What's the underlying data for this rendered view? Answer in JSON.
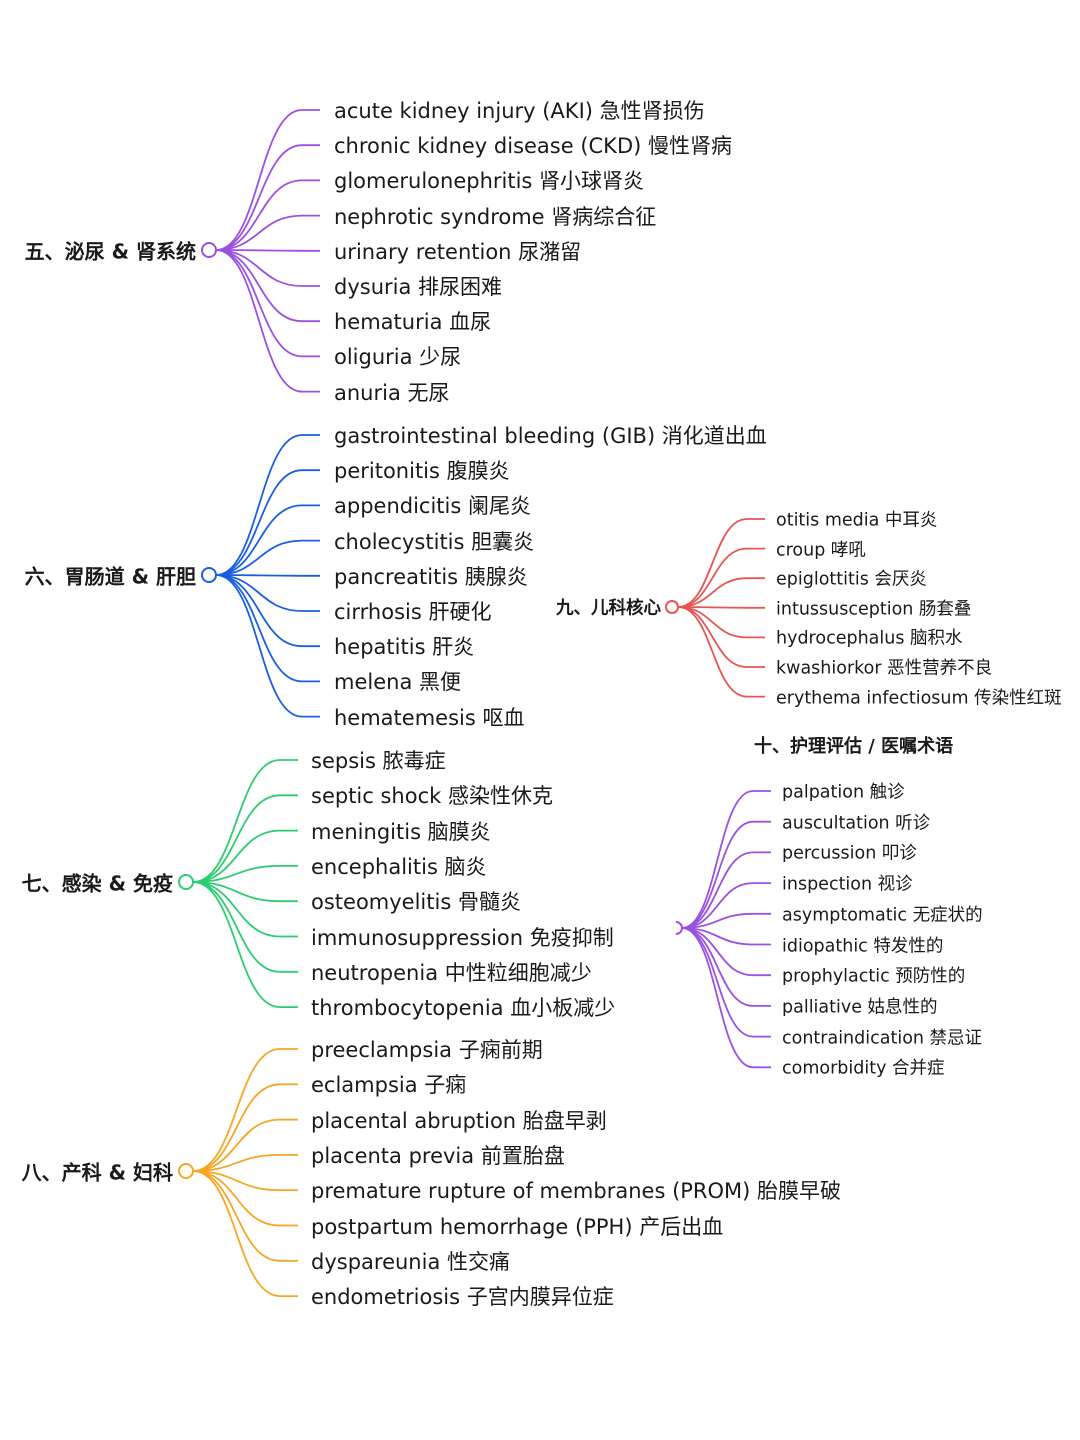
{
  "groups": [
    {
      "id": "g5",
      "label": "五、泌尿 & 肾系统",
      "color": "#9b51e0",
      "items": [
        "acute kidney injury (AKI) 急性肾损伤",
        "chronic kidney disease (CKD) 慢性肾病",
        "glomerulonephritis 肾小球肾炎",
        "nephrotic syndrome 肾病综合征",
        "urinary retention 尿潴留",
        "dysuria 排尿困难",
        "hematuria 血尿",
        "oliguria 少尿",
        "anuria 无尿"
      ]
    },
    {
      "id": "g6",
      "label": "六、胃肠道 & 肝胆",
      "color": "#1a5fe0",
      "items": [
        "gastrointestinal bleeding (GIB) 消化道出血",
        "peritonitis 腹膜炎",
        "appendicitis 阑尾炎",
        "cholecystitis 胆囊炎",
        "pancreatitis 胰腺炎",
        "cirrhosis 肝硬化",
        "hepatitis 肝炎",
        "melena 黑便",
        "hematemesis 呕血"
      ]
    },
    {
      "id": "g7",
      "label": "七、感染 & 免疫",
      "color": "#2ecc71",
      "items": [
        "sepsis 脓毒症",
        "septic shock 感染性休克",
        "meningitis 脑膜炎",
        "encephalitis 脑炎",
        "osteomyelitis 骨髓炎",
        "immunosuppression 免疫抑制",
        "neutropenia 中性粒细胞减少",
        "thrombocytopenia 血小板减少"
      ]
    },
    {
      "id": "g8",
      "label": "八、产科 & 妇科",
      "color": "#f5a623",
      "items": [
        "preeclampsia 子痫前期",
        "eclampsia 子痫",
        "placental abruption 胎盘早剥",
        "placenta previa 前置胎盘",
        "premature rupture of membranes (PROM) 胎膜早破",
        "postpartum hemorrhage (PPH) 产后出血",
        "dyspareunia 性交痛",
        "endometriosis 子宫内膜异位症"
      ]
    },
    {
      "id": "g9",
      "label": "九、儿科核心",
      "color": "#e85555",
      "items": [
        "otitis media 中耳炎",
        "croup 哮吼",
        "epiglottitis 会厌炎",
        "intussusception 肠套叠",
        "hydrocephalus 脑积水",
        "kwashiorkor 恶性营养不良",
        "erythema infectiosum 传染性红斑"
      ]
    },
    {
      "id": "g10",
      "label": "十、护理评估 / 医嘱术语",
      "color": "#9b51e0",
      "items": [
        "palpation 触诊",
        "auscultation 听诊",
        "percussion 叩诊",
        "inspection 视诊",
        "asymptomatic 无症状的",
        "idiopathic 特发性的",
        "prophylactic 预防性的",
        "palliative 姑息性的",
        "contraindication 禁忌证",
        "comorbidity 合并症"
      ]
    }
  ]
}
